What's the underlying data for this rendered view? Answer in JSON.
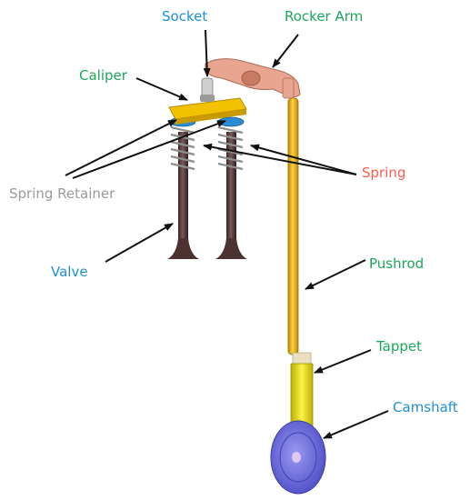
{
  "labels": {
    "socket": "Socket",
    "rocker_arm": "Rocker Arm",
    "caliper": "Caliper",
    "spring": "Spring",
    "spring_retainer": "Spring Retainer",
    "valve": "Valve",
    "pushrod": "Pushrod",
    "tappet": "Tappet",
    "camshaft": "Camshaft"
  },
  "colors": {
    "blue_label": "#1f8fd8",
    "green_label": "#1aa85a",
    "red_label": "#ff5a4d",
    "gray_label": "#9a9a9a",
    "arrow": "#111111",
    "rocker": "#e8a590",
    "caliper": "#f2c200",
    "spring": "#9a9a9a",
    "retainer": "#2a8cd2",
    "valve": "#4d3232",
    "pushrod": "#e8b10e",
    "tappet": "#e6dc00",
    "camshaft": "#6f6fe0"
  }
}
